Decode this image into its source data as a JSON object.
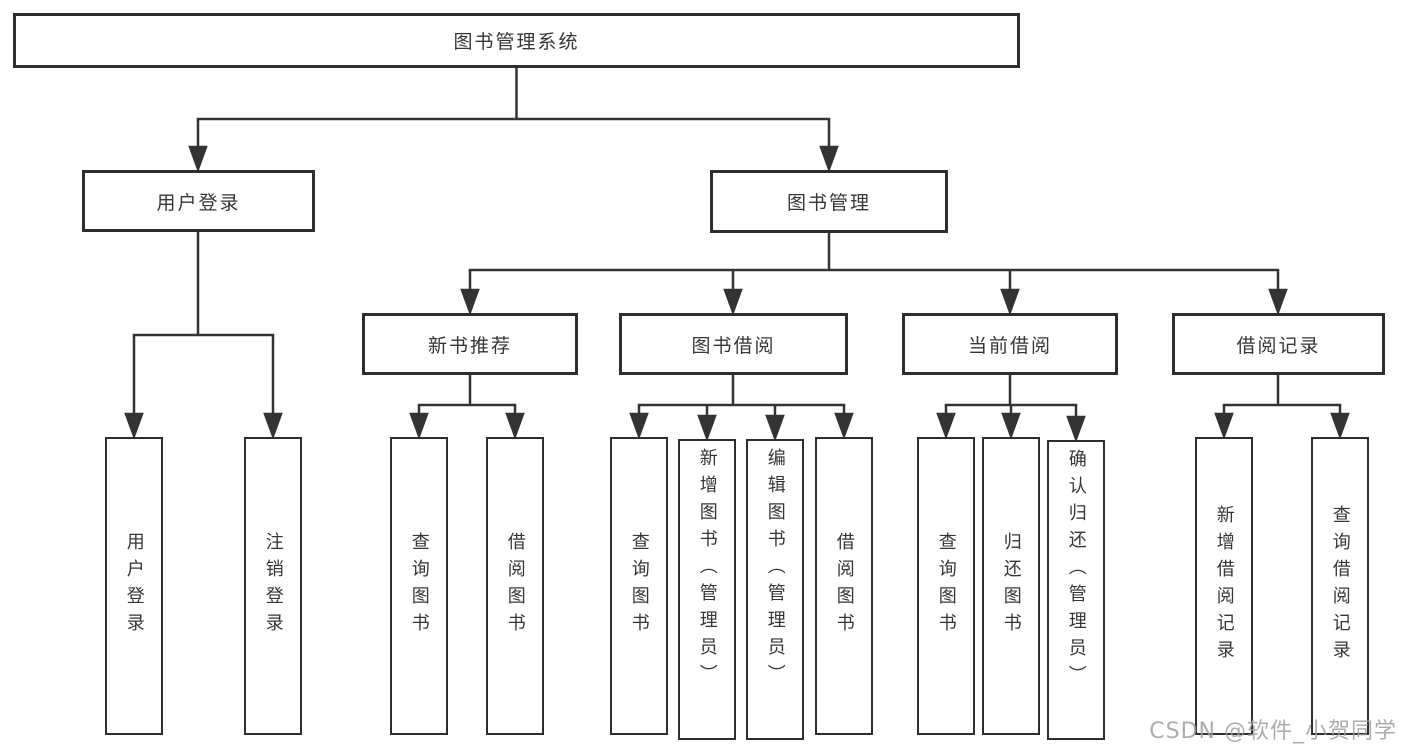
{
  "diagram": {
    "title": "图书管理系统",
    "level2": {
      "user_login": "用户登录",
      "book_management": "图书管理"
    },
    "user_login_children": {
      "user_login": "用户登录",
      "logout": "注销登录"
    },
    "book_management_children": {
      "new_book_rec": "新书推荐",
      "book_borrow": "图书借阅",
      "current_borrow": "当前借阅",
      "borrow_records": "借阅记录"
    },
    "new_book_rec_children": {
      "query_books": "查询图书",
      "borrow_books": "借阅图书"
    },
    "book_borrow_children": {
      "query_books": "查询图书",
      "add_books": "新增图书（管理员）",
      "edit_books": "编辑图书（管理员）",
      "borrow_books": "借阅图书"
    },
    "current_borrow_children": {
      "query_books": "查询图书",
      "return_books": "归还图书",
      "confirm_return": "确认归还（管理员）"
    },
    "borrow_records_children": {
      "add_record": "新增借阅记录",
      "query_record": "查询借阅记录"
    }
  },
  "watermark": "CSDN @软件_小贺同学",
  "colors": {
    "line": "#333333",
    "border": "#2e2e2e",
    "text": "#363636",
    "watermark": "#9e9e9e",
    "background": "#ffffff"
  }
}
